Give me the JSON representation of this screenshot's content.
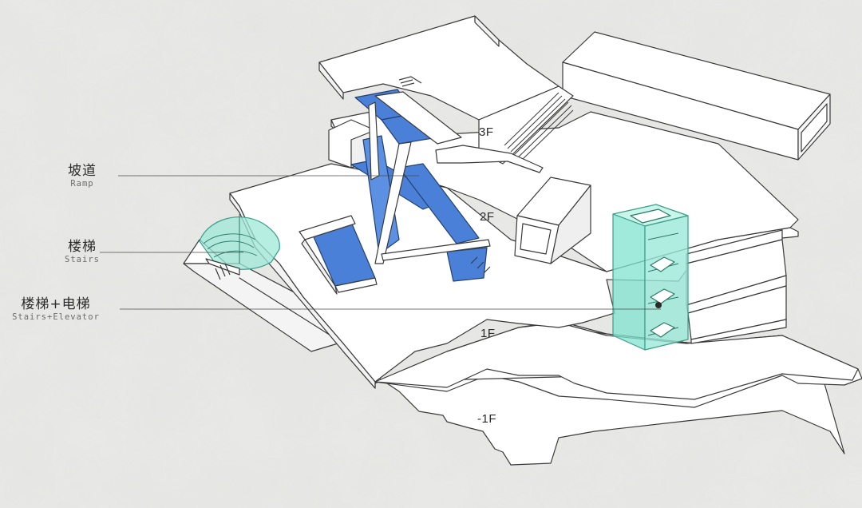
{
  "colors": {
    "background": "#e3e3e1",
    "slab": "#ffffff",
    "line": "#3a3a3a",
    "ramp_blue": "#4a80d8",
    "glass_cyan": "#7fe3cf"
  },
  "callouts": [
    {
      "key": "ramp",
      "zh": "坡道",
      "en": "Ramp"
    },
    {
      "key": "stairs",
      "zh": "楼梯",
      "en": "Stairs"
    },
    {
      "key": "stairs-elevator",
      "zh": "楼梯+电梯",
      "en": "Stairs+Elevator"
    }
  ],
  "floors": [
    "3F",
    "2F",
    "1F",
    "-1F"
  ]
}
